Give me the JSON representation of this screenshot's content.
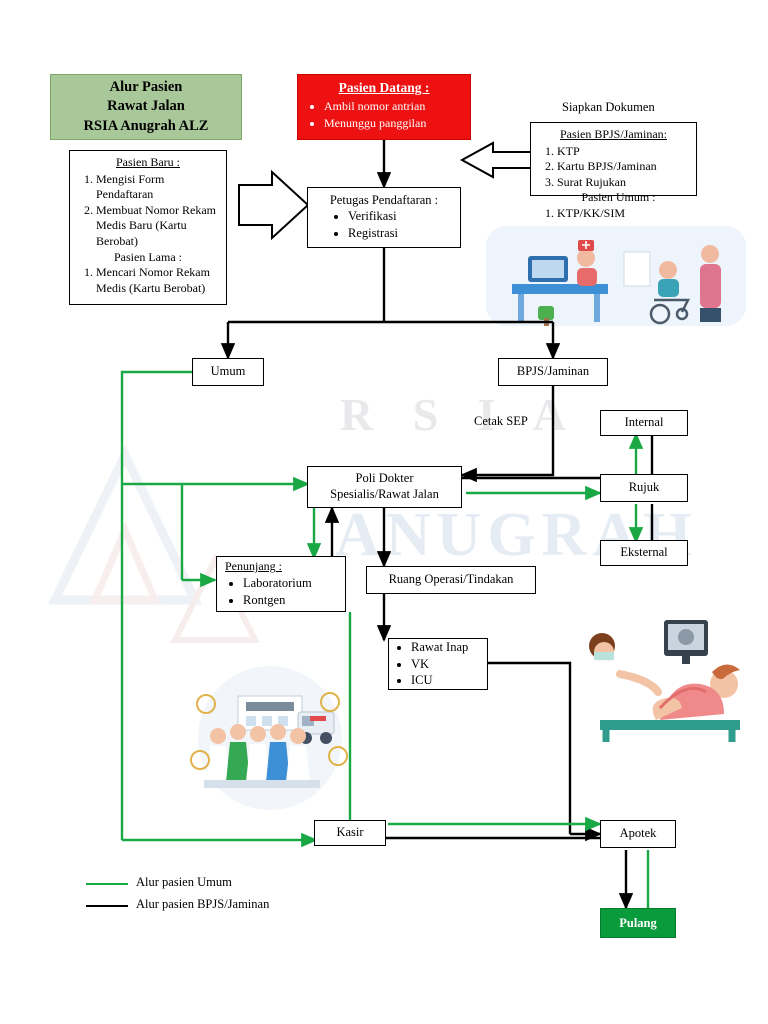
{
  "title_box": {
    "line1": "Alur Pasien",
    "line2": "Rawat Jalan",
    "line3": "RSIA Anugrah ALZ",
    "bg_color": "#a9c89a"
  },
  "start_box": {
    "header": "Pasien Datang :",
    "items": [
      "Ambil nomor antrian",
      "Menunggu panggilan"
    ],
    "bg_color": "#ee1111"
  },
  "documents_box": {
    "caption": "Siapkan Dokumen",
    "header": "Pasien BPJS/Jaminan:",
    "items": [
      "KTP",
      "Kartu BPJS/Jaminan",
      "Surat Rujukan"
    ],
    "subheader": "Pasien Umum :",
    "subitems": [
      "KTP/KK/SIM"
    ]
  },
  "patient_box": {
    "header": "Pasien Baru :",
    "items": [
      "Mengisi Form Pendaftaran",
      "Membuat Nomor Rekam Medis Baru (Kartu Berobat)"
    ],
    "subheader": "Pasien Lama :",
    "subitems": [
      "Mencari Nomor Rekam Medis (Kartu Berobat)"
    ]
  },
  "registration_box": {
    "header": "Petugas Pendaftaran :",
    "items": [
      "Verifikasi",
      "Registrasi"
    ]
  },
  "nodes": {
    "umum": "Umum",
    "bpjs": "BPJS/Jaminan",
    "cetak_sep": "Cetak SEP",
    "poli_line1": "Poli Dokter",
    "poli_line2": "Spesialis/Rawat Jalan",
    "internal": "Internal",
    "rujuk": "Rujuk",
    "eksternal": "Eksternal",
    "ruang_operasi": "Ruang Operasi/Tindakan",
    "kasir": "Kasir",
    "apotek": "Apotek",
    "pulang": "Pulang"
  },
  "penunjang_box": {
    "header": "Penunjang :",
    "items": [
      "Laboratorium",
      "Rontgen"
    ]
  },
  "inap_box": {
    "items": [
      "Rawat Inap",
      "VK",
      "ICU"
    ]
  },
  "legend": {
    "umum": "Alur pasien Umum",
    "bpjs": "Alur pasien BPJS/Jaminan",
    "umum_color": "#1aa845",
    "bpjs_color": "#000000"
  },
  "watermark": {
    "line1": "R S I A",
    "line2": "ANUGRAH"
  }
}
